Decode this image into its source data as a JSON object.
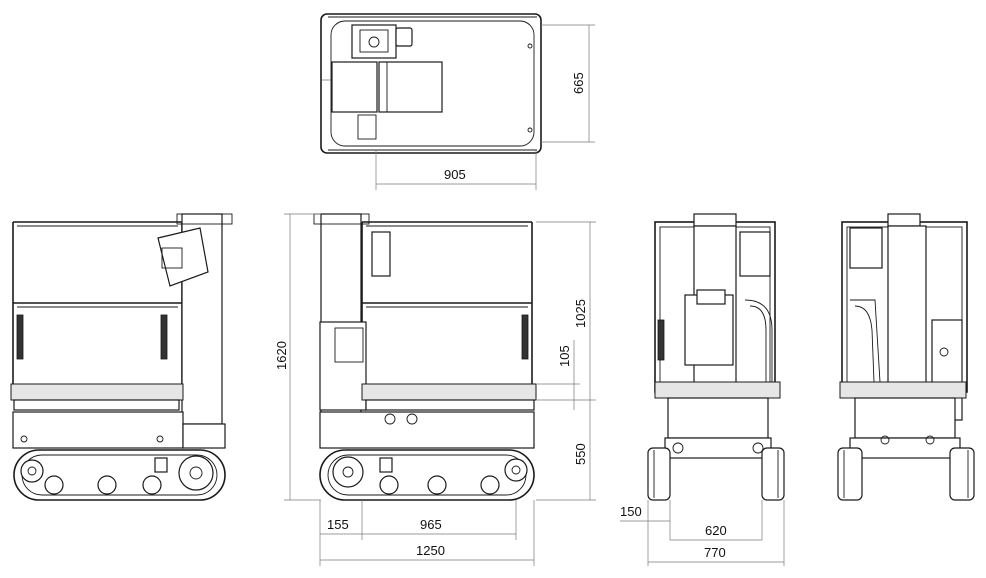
{
  "dimensions": {
    "top_width": "665",
    "top_length": "905",
    "height_total": "1620",
    "guardrail_height": "1025",
    "step_height": "105",
    "platform_height": "550",
    "front_overhang": "155",
    "wheelbase": "965",
    "overall_length": "1250",
    "track_offset": "150",
    "track_gauge": "620",
    "overall_width": "770"
  }
}
